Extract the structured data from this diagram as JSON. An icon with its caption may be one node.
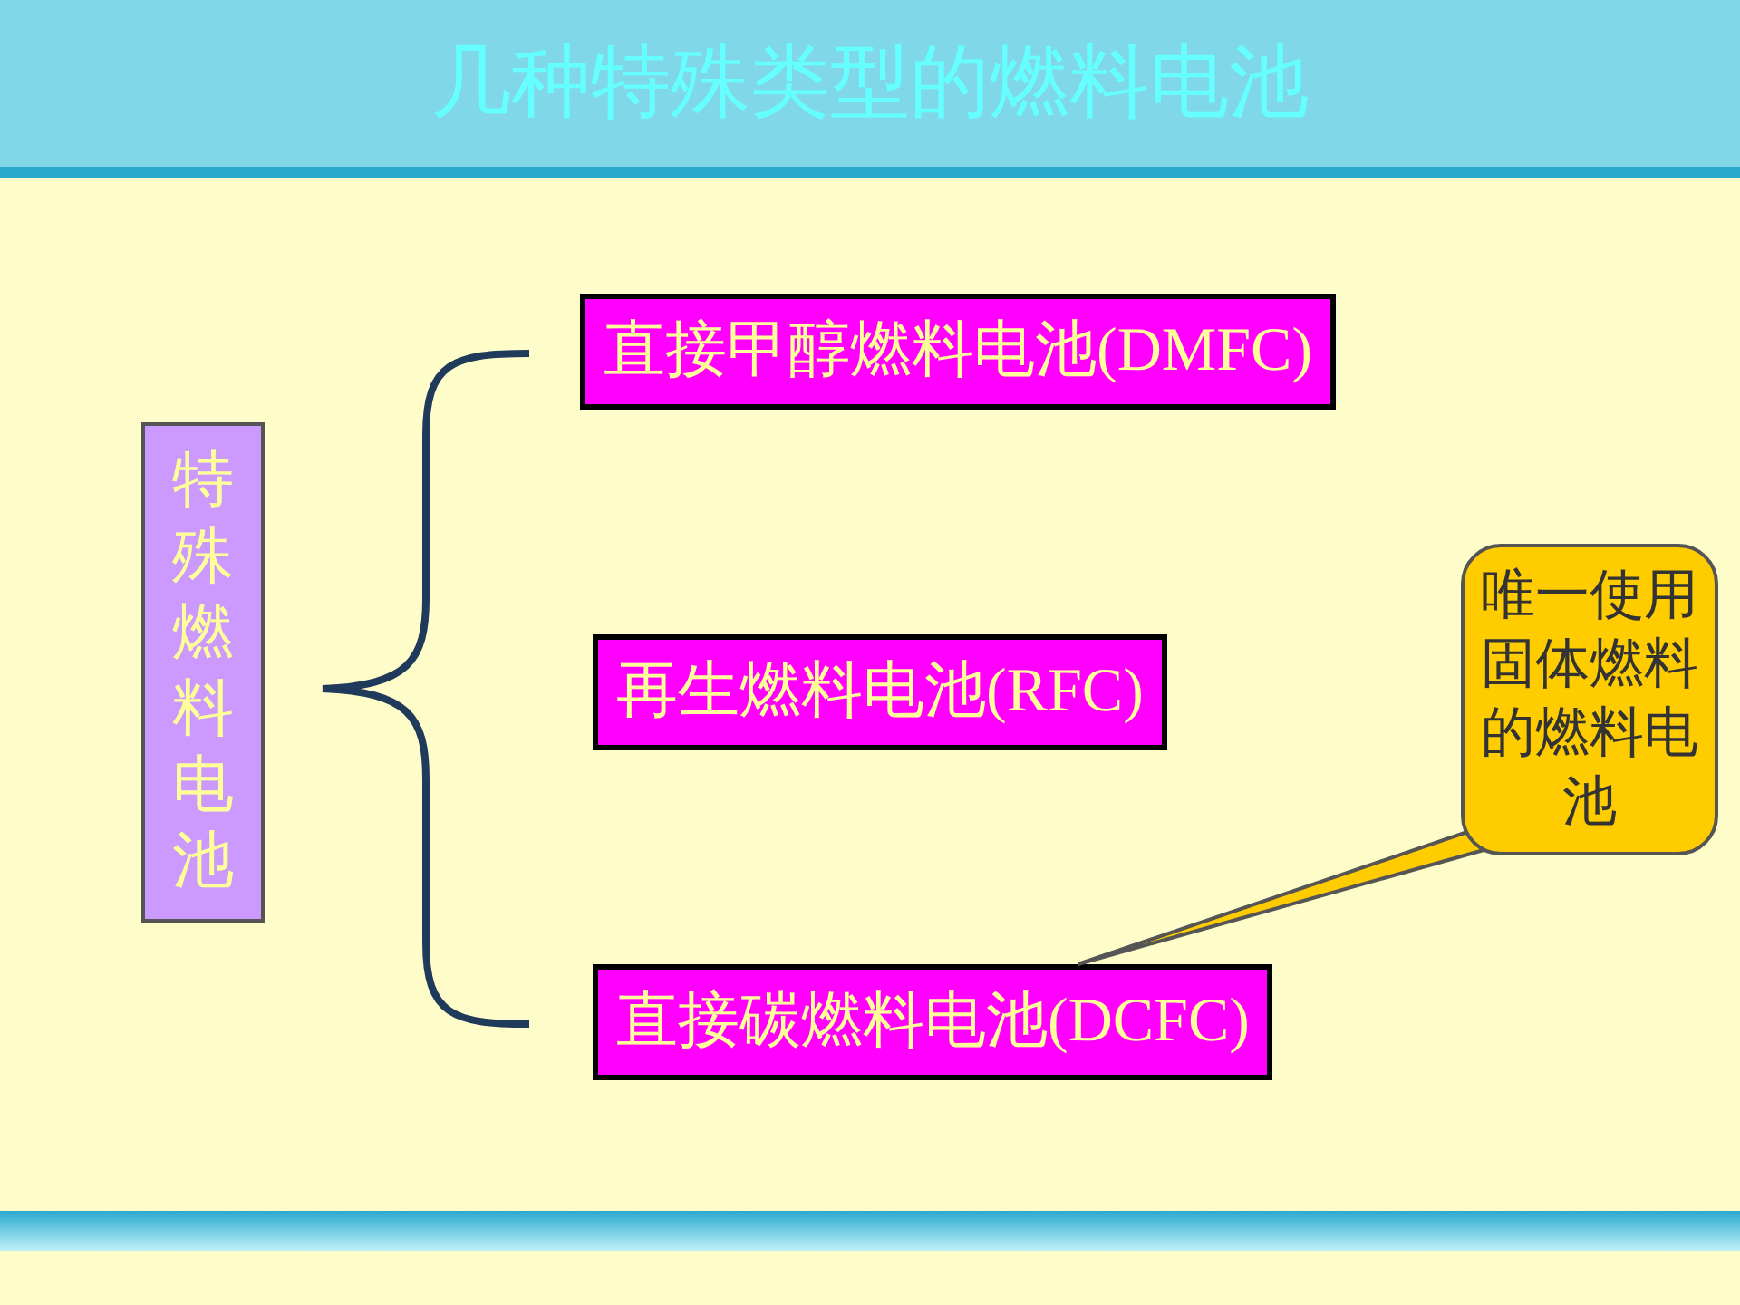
{
  "diagram": {
    "title": "几种特殊类型的燃料电池",
    "nodes": [
      {
        "text": [
          "特殊燃料电池"
        ]
      },
      {
        "text": [
          "直接甲醇燃料电池(DMFC)"
        ]
      },
      {
        "text": [
          "再生燃料电池(RFC)"
        ]
      },
      {
        "text": [
          "直接碳燃料电池(DCFC)"
        ]
      },
      {
        "text": [
          "唯一使用固体燃料的燃料电池"
        ]
      }
    ],
    "edges": [
      {
        "from": 4,
        "to": 3,
        "arrow": "none"
      }
    ]
  }
}
